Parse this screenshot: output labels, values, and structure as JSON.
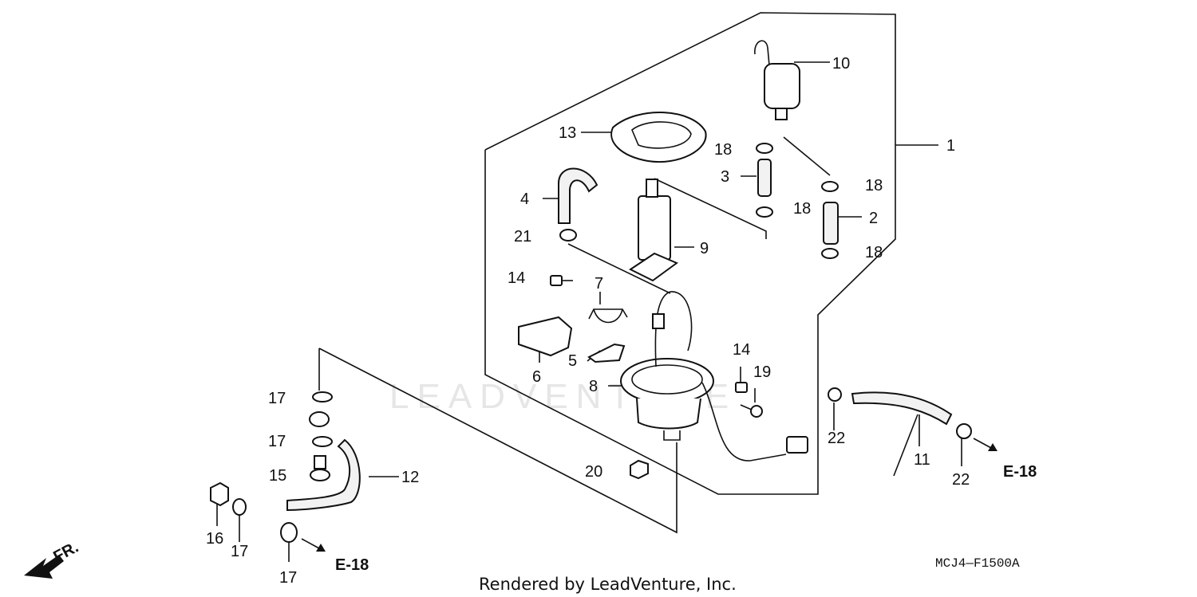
{
  "diagram": {
    "callouts": [
      {
        "key": "p1",
        "text": "1"
      },
      {
        "key": "p2",
        "text": "2"
      },
      {
        "key": "p3",
        "text": "3"
      },
      {
        "key": "p4",
        "text": "4"
      },
      {
        "key": "p5",
        "text": "5"
      },
      {
        "key": "p6",
        "text": "6"
      },
      {
        "key": "p7",
        "text": "7"
      },
      {
        "key": "p8",
        "text": "8"
      },
      {
        "key": "p9",
        "text": "9"
      },
      {
        "key": "p10",
        "text": "10"
      },
      {
        "key": "p11",
        "text": "11"
      },
      {
        "key": "p12",
        "text": "12"
      },
      {
        "key": "p13",
        "text": "13"
      },
      {
        "key": "p14a",
        "text": "14"
      },
      {
        "key": "p14b",
        "text": "14"
      },
      {
        "key": "p15",
        "text": "15"
      },
      {
        "key": "p16",
        "text": "16"
      },
      {
        "key": "p17a",
        "text": "17"
      },
      {
        "key": "p17b",
        "text": "17"
      },
      {
        "key": "p17c",
        "text": "17"
      },
      {
        "key": "p17d",
        "text": "17"
      },
      {
        "key": "p18a",
        "text": "18"
      },
      {
        "key": "p18b",
        "text": "18"
      },
      {
        "key": "p18c",
        "text": "18"
      },
      {
        "key": "p18d",
        "text": "18"
      },
      {
        "key": "p19",
        "text": "19"
      },
      {
        "key": "p20",
        "text": "20"
      },
      {
        "key": "p21",
        "text": "21"
      },
      {
        "key": "p22a",
        "text": "22"
      },
      {
        "key": "p22b",
        "text": "22"
      }
    ],
    "references": [
      {
        "key": "ref_right",
        "text": "E-18"
      },
      {
        "key": "ref_bottom",
        "text": "E-18"
      }
    ],
    "direction_label": "FR.",
    "diagram_code": "MCJ4—F1500A",
    "watermark": "LEADVENTURE",
    "footer": "Rendered by LeadVenture, Inc."
  }
}
